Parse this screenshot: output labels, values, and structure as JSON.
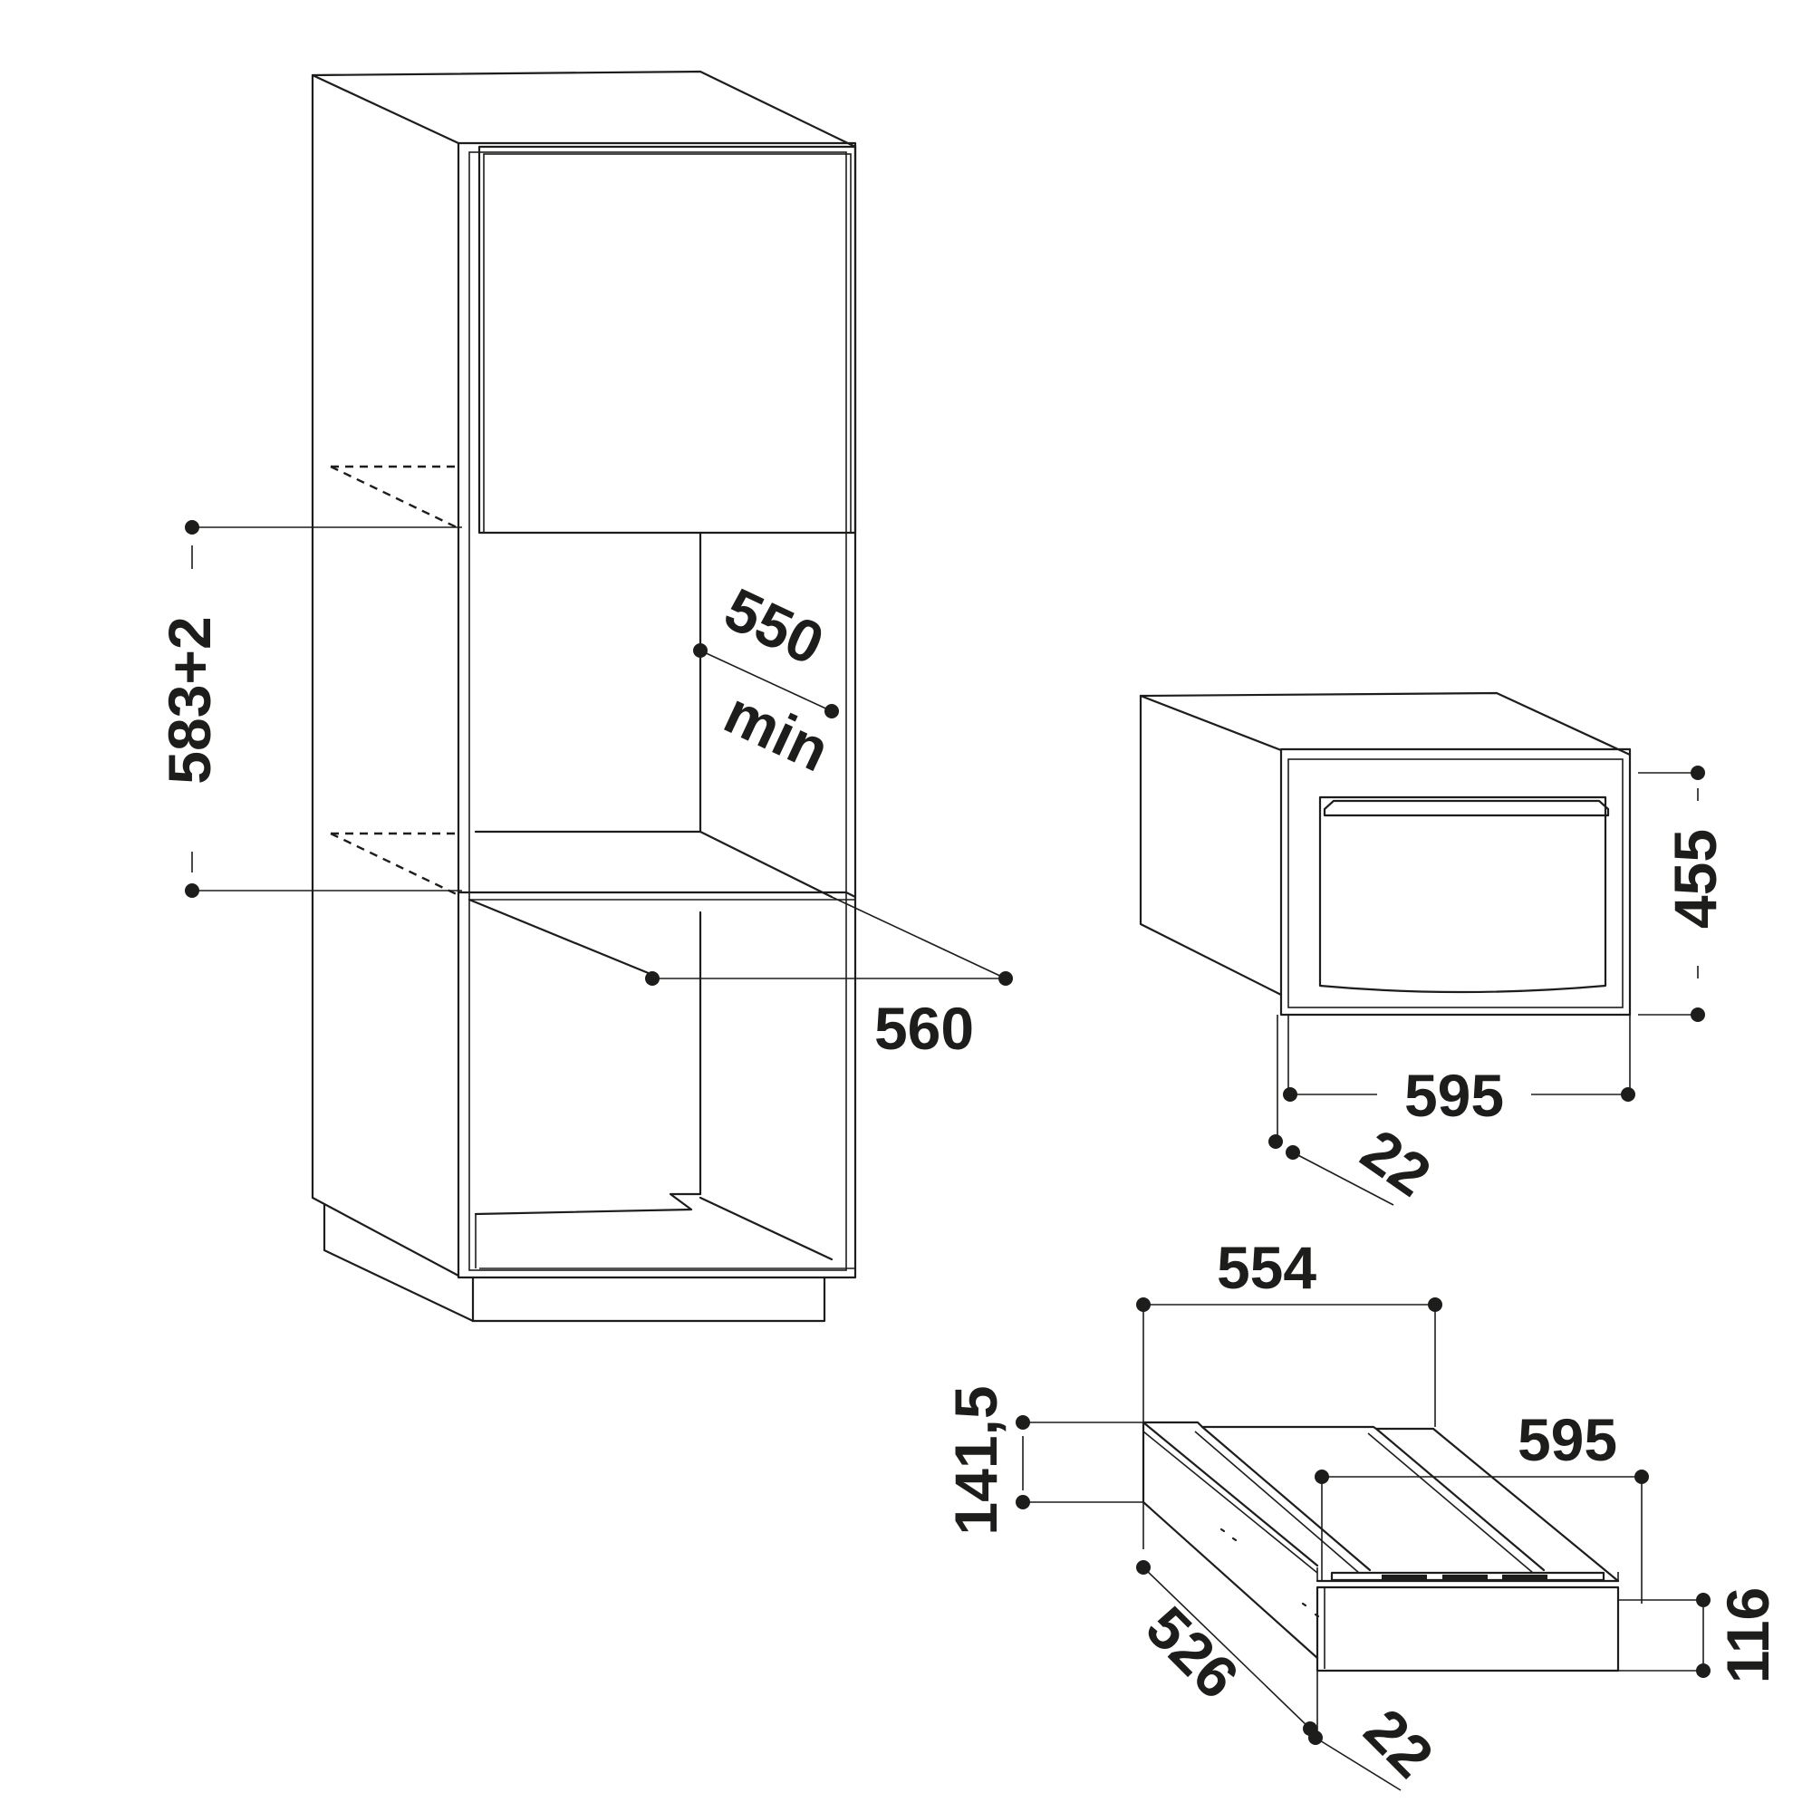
{
  "cabinet": {
    "height_label": "583+2",
    "depth_label": "550",
    "depth_qualifier": "min",
    "width_label": "560"
  },
  "oven": {
    "height_label": "455",
    "width_label": "595",
    "front_label": "22"
  },
  "drawer": {
    "outer_width_label": "554",
    "height_label": "141,5",
    "front_width_label": "595",
    "front_height_label": "116",
    "depth_label": "526",
    "front_label": "22"
  }
}
